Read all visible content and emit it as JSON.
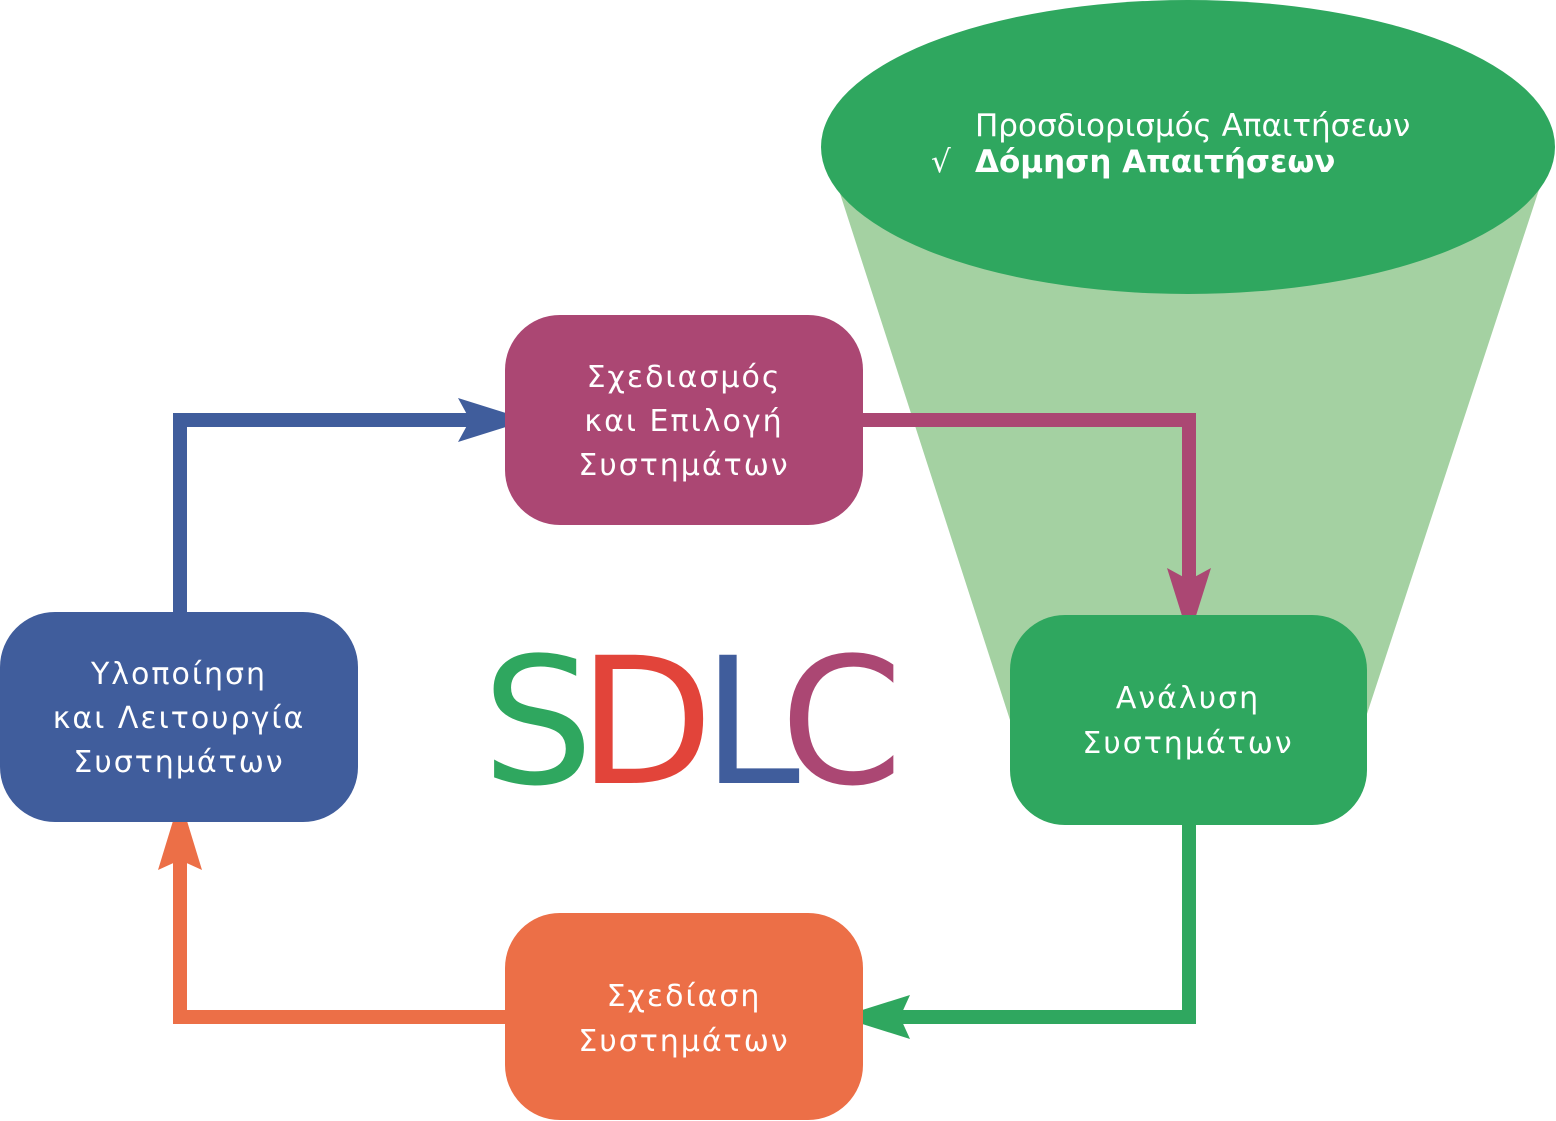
{
  "colors": {
    "planning": "#AB4773",
    "analysis": "#2FA75F",
    "design": "#EC6F47",
    "implementation": "#405D9C",
    "funnel_top": "#2FA75F",
    "funnel_body": "#A4D1A2",
    "text": "#ffffff"
  },
  "stages": {
    "planning": {
      "lines": [
        "Σχεδιασμός",
        "και Επιλογή",
        "Συστημάτων"
      ]
    },
    "analysis": {
      "lines": [
        "Ανάλυση",
        "Συστημάτων"
      ]
    },
    "design": {
      "lines": [
        "Σχεδίαση",
        "Συστημάτων"
      ]
    },
    "implementation": {
      "lines": [
        "Υλοποίηση",
        "και Λειτουργία",
        "Συστημάτων"
      ]
    }
  },
  "funnel": {
    "item1": "Προσδιορισμός Απαιτήσεων",
    "check_mark": "√",
    "item2": "Δόμηση Απαιτήσεων"
  },
  "center_label": {
    "letters": [
      {
        "char": "S",
        "color": "#2FA75F"
      },
      {
        "char": "D",
        "color": "#E2443A"
      },
      {
        "char": "L",
        "color": "#405D9C"
      },
      {
        "char": "C",
        "color": "#AB4773"
      }
    ]
  }
}
